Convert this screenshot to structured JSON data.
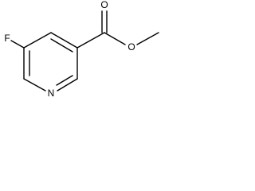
{
  "molecule": {
    "atoms": {
      "fluorine": "F",
      "nitrogen": "N",
      "carbonyl_oxygen": "O",
      "ester_oxygen": "O"
    },
    "line_color": "#000000",
    "background_color": "#ffffff"
  }
}
